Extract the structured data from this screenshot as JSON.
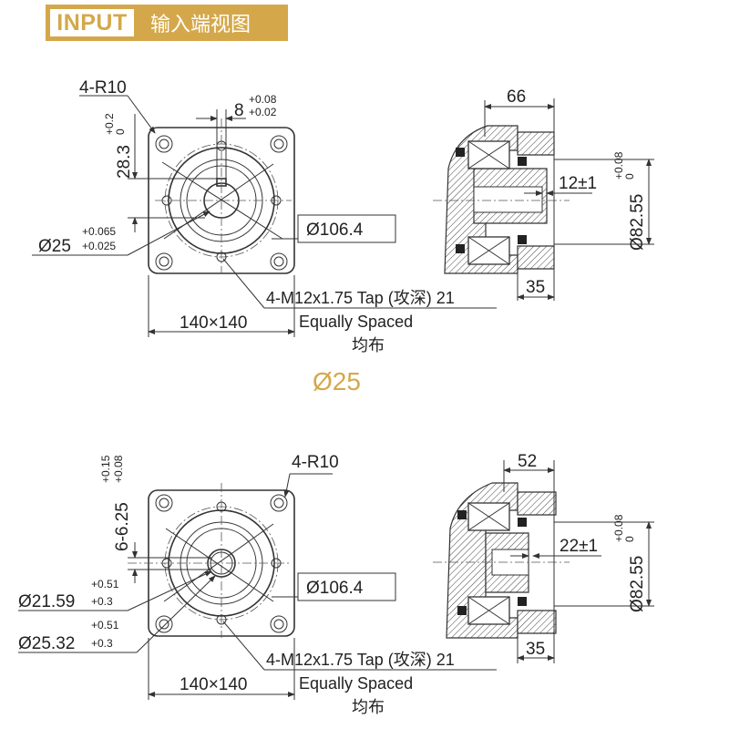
{
  "header": {
    "tag": "INPUT",
    "title": "输入端视图"
  },
  "accent_color": "#d4a84a",
  "section_title": "Ø25",
  "top": {
    "corner_radius": "4-R10",
    "key_width": "8",
    "key_width_tol_upper": "+0.08",
    "key_width_tol_lower": "+0.02",
    "key_height": "28.3",
    "key_height_tol_upper": "+0.2",
    "key_height_tol_lower": "0",
    "bore": "Ø25",
    "bore_tol_upper": "+0.065",
    "bore_tol_lower": "+0.025",
    "pcd": "Ø106.4",
    "tap": "4-M12x1.75 Tap (攻深) 21",
    "equally_spaced": "Equally Spaced",
    "equally_spaced_cn": "均布",
    "square": "140×140",
    "side_length": "66",
    "side_depth": "12±1",
    "side_pilot": "Ø82.55",
    "side_pilot_tol_upper": "+0.08",
    "side_pilot_tol_lower": "0",
    "side_offset": "35"
  },
  "bottom": {
    "corner_radius": "4-R10",
    "key_height": "6-6.25",
    "key_height_tol_upper": "+0.15",
    "key_height_tol_lower": "+0.08",
    "minor_dia": "Ø21.59",
    "minor_dia_tol_upper": "+0.51",
    "minor_dia_tol_lower": "+0.3",
    "major_dia": "Ø25.32",
    "major_dia_tol_upper": "+0.51",
    "major_dia_tol_lower": "+0.3",
    "pcd": "Ø106.4",
    "tap": "4-M12x1.75 Tap (攻深) 21",
    "equally_spaced": "Equally Spaced",
    "equally_spaced_cn": "均布",
    "square": "140×140",
    "side_length": "52",
    "side_depth": "22±1",
    "side_pilot": "Ø82.55",
    "side_pilot_tol_upper": "+0.08",
    "side_pilot_tol_lower": "0",
    "side_offset": "35"
  }
}
